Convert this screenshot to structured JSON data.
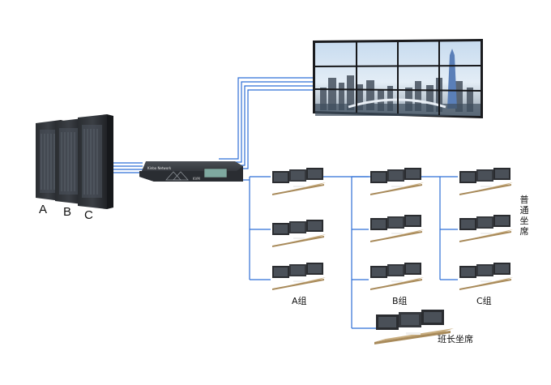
{
  "racks": {
    "labels": [
      "A",
      "B",
      "C"
    ]
  },
  "device": {
    "brand": "Kinbo Network",
    "model": "KVM"
  },
  "groups": {
    "a": "A组",
    "b": "B组",
    "c": "C组"
  },
  "regular_seats": "普通坐席",
  "supervisor_seat": "班长坐席",
  "colors": {
    "cable": "#2f6fd6",
    "tower_blue": "#5a7fb8",
    "desk_wood": "#c8ad7f"
  }
}
